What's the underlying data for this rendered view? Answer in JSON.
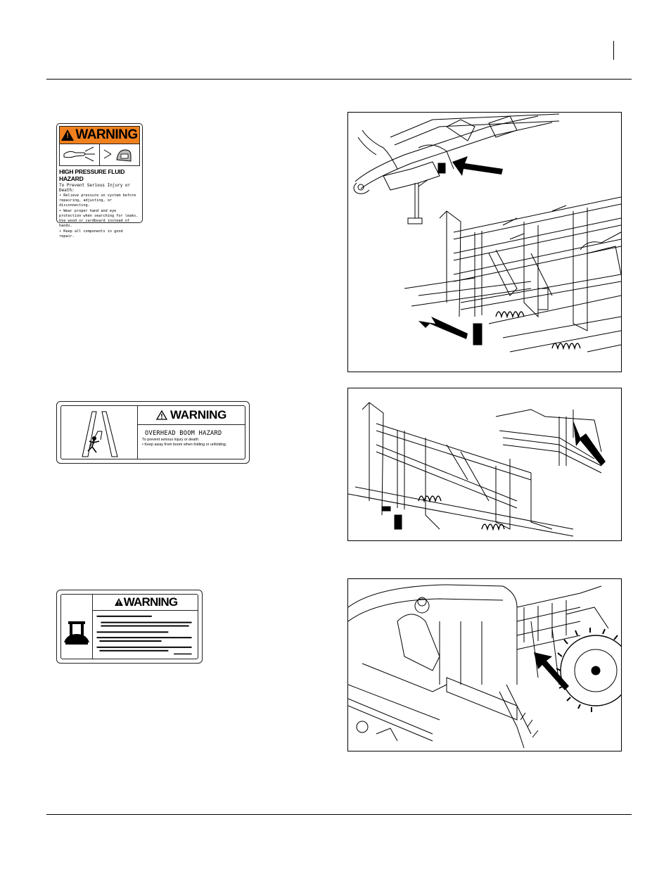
{
  "decals": [
    {
      "header": "WARNING",
      "title": "HIGH PRESSURE FLUID HAZARD",
      "subtitle": "To Prevent Serious Injury or Death:",
      "bullets": [
        "Relieve pressure on system before repairing, adjusting, or disconnecting.",
        "Wear proper hand and eye protection when searching for leaks. Use wood or cardboard instead of hands.",
        "Keep all components in good repair."
      ],
      "header_color": "#f0801e"
    },
    {
      "header": "WARNING",
      "title": "OVERHEAD BOOM HAZARD",
      "subtitle": "To prevent serious injury or death:",
      "bullets": [
        "Keep away from boom when folding or unfolding."
      ]
    },
    {
      "header": "WARNING"
    }
  ],
  "figures": [
    {
      "name": "frame-and-boom"
    },
    {
      "name": "boom-fold"
    },
    {
      "name": "tank-and-platform"
    }
  ]
}
